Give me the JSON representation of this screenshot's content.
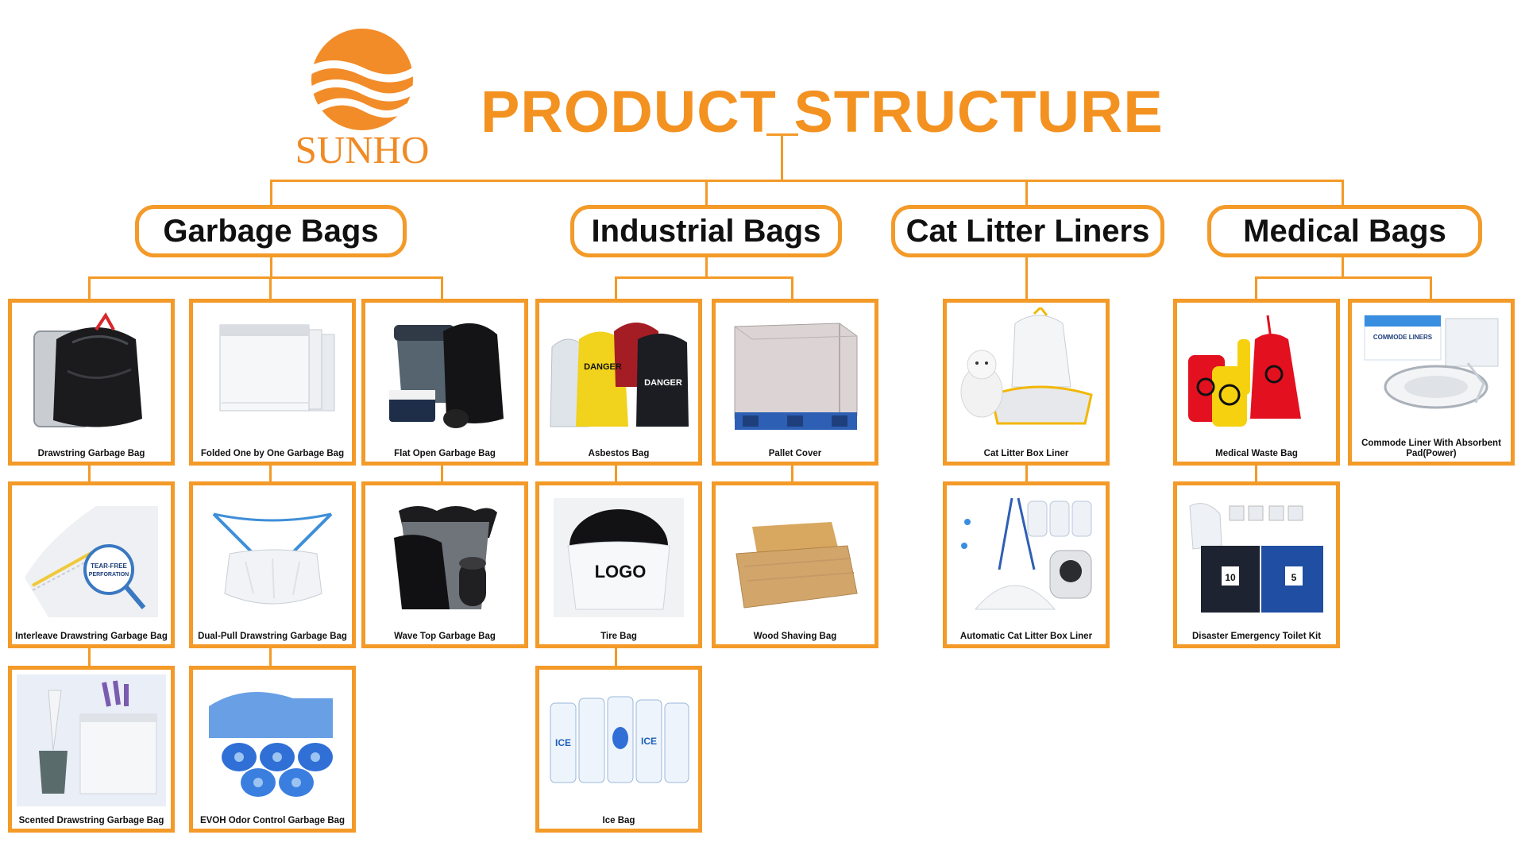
{
  "brand": {
    "name": "SUNHO",
    "accent": "#f39a28"
  },
  "title": "PRODUCT STRUCTURE",
  "categories": [
    {
      "label": "Garbage Bags"
    },
    {
      "label": "Industrial Bags"
    },
    {
      "label": "Cat Litter Liners"
    },
    {
      "label": "Medical Bags"
    }
  ],
  "products": [
    {
      "label": "Drawstring Garbage Bag",
      "icon": "black-drawstring-bag-icon"
    },
    {
      "label": "Folded One by One Garbage Bag",
      "icon": "folded-white-bags-icon"
    },
    {
      "label": "Flat Open Garbage Bag",
      "icon": "bin-with-black-bag-icon"
    },
    {
      "label": "Interleave Drawstring Garbage Bag",
      "icon": "perforated-roll-icon"
    },
    {
      "label": "Dual-Pull Drawstring Garbage Bag",
      "icon": "dual-pull-bag-icon"
    },
    {
      "label": "Wave Top Garbage Bag",
      "icon": "wave-top-bag-icon"
    },
    {
      "label": "Scented Drawstring Garbage Bag",
      "icon": "scented-bag-icon"
    },
    {
      "label": "EVOH Odor Control Garbage Bag",
      "icon": "blue-rolls-icon"
    },
    {
      "label": "Asbestos Bag",
      "icon": "danger-bags-icon"
    },
    {
      "label": "Pallet Cover",
      "icon": "pallet-cover-icon"
    },
    {
      "label": "Tire Bag",
      "icon": "tire-bag-icon"
    },
    {
      "label": "Wood Shaving Bag",
      "icon": "wood-shaving-icon"
    },
    {
      "label": "Ice Bag",
      "icon": "ice-bags-icon"
    },
    {
      "label": "Cat Litter Box Liner",
      "icon": "cat-litter-liner-icon"
    },
    {
      "label": "Automatic Cat Litter Box Liner",
      "icon": "auto-litter-liner-icon"
    },
    {
      "label": "Medical Waste Bag",
      "icon": "biohazard-bag-icon"
    },
    {
      "label": "Commode Liner With Absorbent Pad(Power)",
      "icon": "commode-liner-icon"
    },
    {
      "label": "Disaster Emergency Toilet Kit",
      "icon": "toilet-kit-icon"
    }
  ],
  "art_text": {
    "danger": "DANGER",
    "logo": "LOGO",
    "ice": "ICE",
    "tear_free": "TEAR-FREE",
    "perforation": "PERFORATION",
    "commode": "COMMODE LINERS",
    "kit_a": "10",
    "kit_b": "5"
  }
}
